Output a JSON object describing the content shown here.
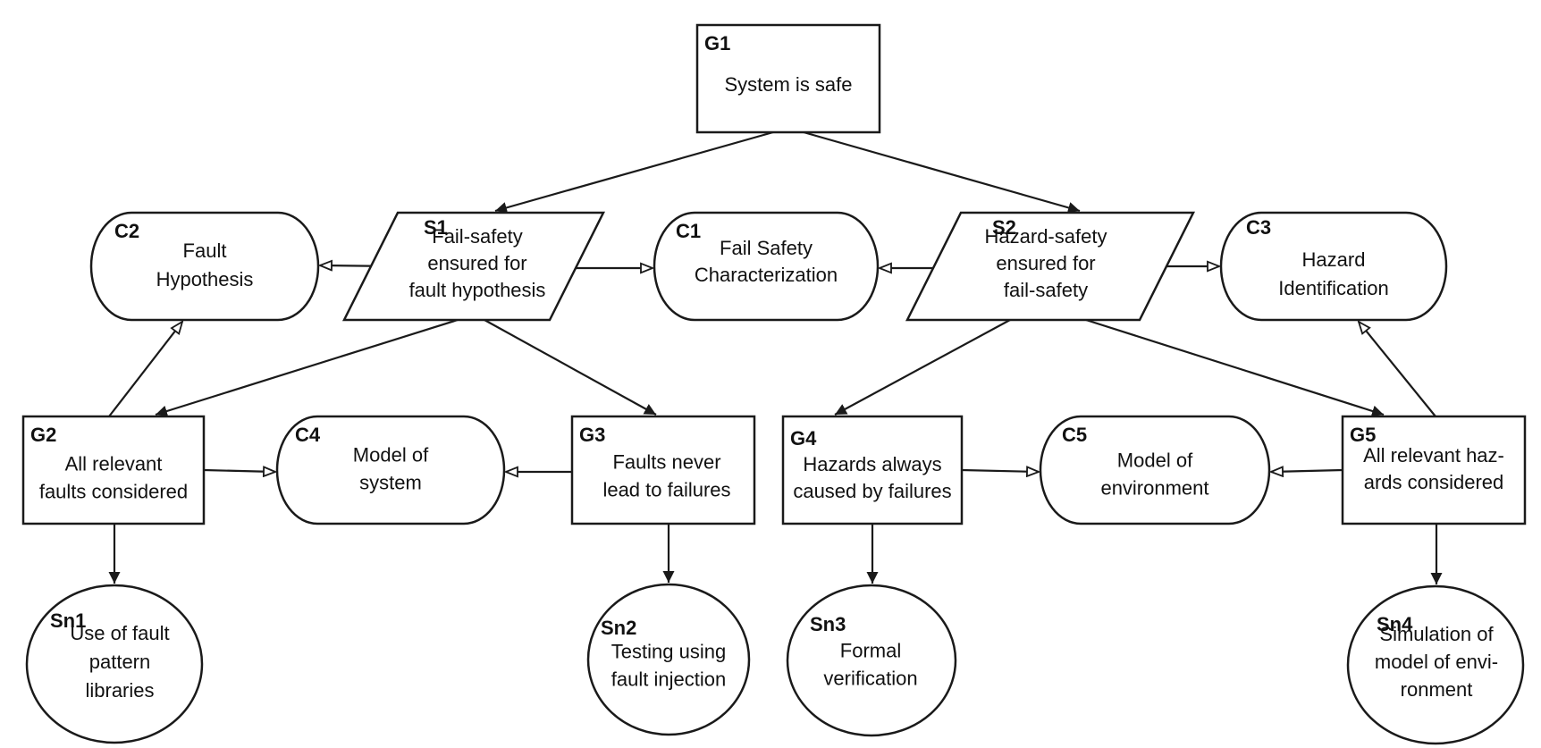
{
  "nodes": [
    {
      "id": "G1",
      "kind": "goal",
      "lines": [
        "System is safe"
      ]
    },
    {
      "id": "S1",
      "kind": "strategy",
      "lines": [
        "Fail-safety",
        "ensured for",
        "fault hypothesis"
      ]
    },
    {
      "id": "S2",
      "kind": "strategy",
      "lines": [
        "Hazard-safety",
        "ensured for",
        "fail-safety"
      ]
    },
    {
      "id": "C1",
      "kind": "context",
      "lines": [
        "Fail Safety",
        "Characterization"
      ]
    },
    {
      "id": "C2",
      "kind": "context",
      "lines": [
        "Fault",
        "Hypothesis"
      ]
    },
    {
      "id": "C3",
      "kind": "context",
      "lines": [
        "Hazard",
        "Identification"
      ]
    },
    {
      "id": "G2",
      "kind": "goal",
      "lines": [
        "All relevant",
        "faults considered"
      ]
    },
    {
      "id": "C4",
      "kind": "context",
      "lines": [
        "Model of",
        "system"
      ]
    },
    {
      "id": "G3",
      "kind": "goal",
      "lines": [
        "Faults never",
        "lead to failures"
      ]
    },
    {
      "id": "G4",
      "kind": "goal",
      "lines": [
        "Hazards always",
        "caused by failures"
      ]
    },
    {
      "id": "C5",
      "kind": "context",
      "lines": [
        "Model of",
        "environment"
      ]
    },
    {
      "id": "G5",
      "kind": "goal",
      "lines": [
        "All relevant haz-",
        "ards considered"
      ]
    },
    {
      "id": "Sn1",
      "kind": "solution",
      "lines": [
        "Use of fault",
        "pattern",
        "libraries"
      ]
    },
    {
      "id": "Sn2",
      "kind": "solution",
      "lines": [
        "Testing using",
        "fault injection"
      ]
    },
    {
      "id": "Sn3",
      "kind": "solution",
      "lines": [
        "Formal",
        "verification"
      ]
    },
    {
      "id": "Sn4",
      "kind": "solution",
      "lines": [
        "Simulation of",
        "model of envi-",
        "ronment"
      ]
    }
  ],
  "edges": [
    {
      "from": "G1",
      "to": "S1",
      "type": "supported-by"
    },
    {
      "from": "G1",
      "to": "S2",
      "type": "supported-by"
    },
    {
      "from": "S1",
      "to": "C2",
      "type": "in-context-of"
    },
    {
      "from": "S1",
      "to": "C1",
      "type": "in-context-of"
    },
    {
      "from": "S2",
      "to": "C1",
      "type": "in-context-of"
    },
    {
      "from": "S2",
      "to": "C3",
      "type": "in-context-of"
    },
    {
      "from": "S1",
      "to": "G2",
      "type": "supported-by"
    },
    {
      "from": "S1",
      "to": "G3",
      "type": "supported-by"
    },
    {
      "from": "S2",
      "to": "G4",
      "type": "supported-by"
    },
    {
      "from": "S2",
      "to": "G5",
      "type": "supported-by"
    },
    {
      "from": "G2",
      "to": "C2",
      "type": "in-context-of"
    },
    {
      "from": "G2",
      "to": "C4",
      "type": "in-context-of"
    },
    {
      "from": "G3",
      "to": "C4",
      "type": "in-context-of"
    },
    {
      "from": "G4",
      "to": "C5",
      "type": "in-context-of"
    },
    {
      "from": "G5",
      "to": "C5",
      "type": "in-context-of"
    },
    {
      "from": "G5",
      "to": "C3",
      "type": "in-context-of"
    },
    {
      "from": "G2",
      "to": "Sn1",
      "type": "supported-by"
    },
    {
      "from": "G3",
      "to": "Sn2",
      "type": "supported-by"
    },
    {
      "from": "G4",
      "to": "Sn3",
      "type": "supported-by"
    },
    {
      "from": "G5",
      "to": "Sn4",
      "type": "supported-by"
    }
  ]
}
